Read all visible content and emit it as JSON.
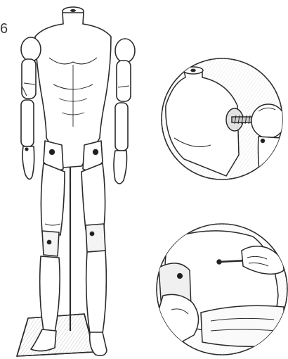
{
  "page_label": "6",
  "colors": {
    "ink": "#2a2a2a",
    "shade": "#bdbdbd",
    "paper": "#ffffff",
    "joint": "#1c1c1c"
  },
  "illustration": {
    "figure": "articulated-male-mannequin",
    "details": [
      "shoulder-ball-joint-detail",
      "hex-key-adjustment-detail"
    ]
  }
}
